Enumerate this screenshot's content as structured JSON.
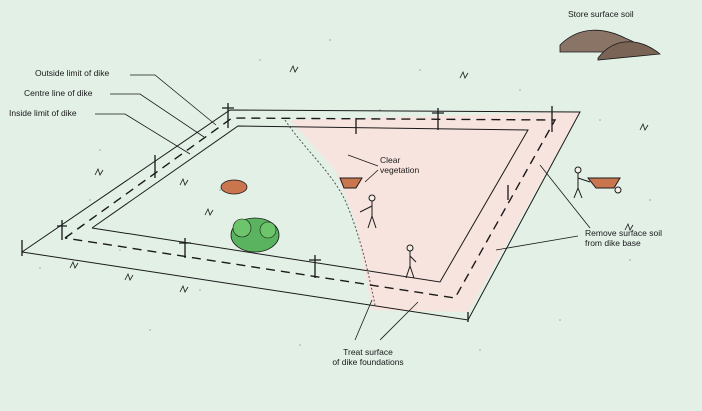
{
  "labels": {
    "store_soil": "Store surface soil",
    "outside_limit": "Outside limit of dike",
    "centre_line": "Centre line of dike",
    "inside_limit": "Inside limit of dike",
    "clear_line1": "Clear",
    "clear_line2": "vegetation",
    "remove_line1": "Remove surface soil",
    "remove_line2": "from dike base",
    "treat_line1": "Treat surface",
    "treat_line2": "of dike foundations"
  },
  "colors": {
    "background": "#e2f0e6",
    "cleared_ground": "#f8e4df",
    "line": "#1a1a1a"
  }
}
